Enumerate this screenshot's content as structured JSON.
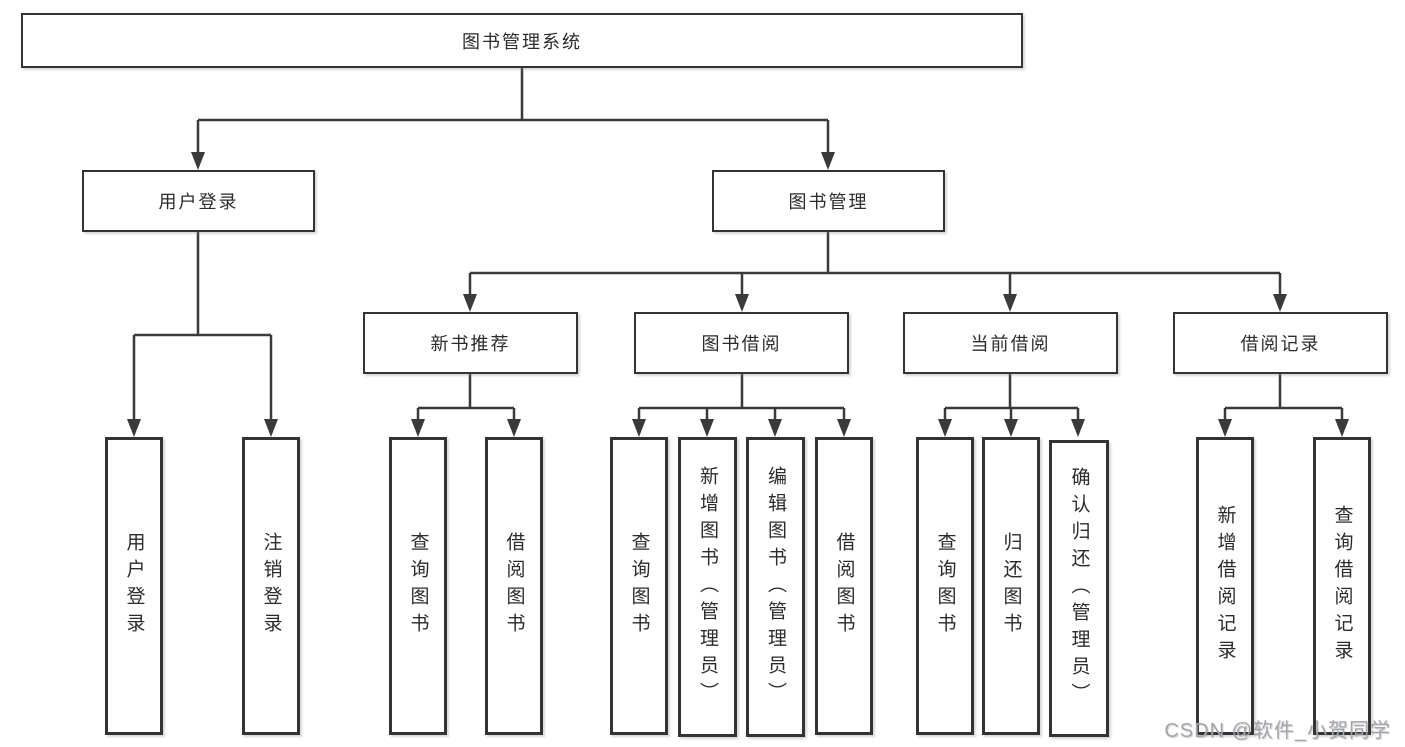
{
  "title": "图书管理系统",
  "colors": {
    "line": "#3a3a3a",
    "border": "#333333",
    "text": "#2b2b2b",
    "watermark": "#a3a6aa",
    "background": "#ffffff"
  },
  "watermark": "CSDN @软件_小贺同学",
  "tree": {
    "root": {
      "label": "图书管理系统"
    },
    "level2": [
      {
        "label": "用户登录"
      },
      {
        "label": "图书管理"
      }
    ],
    "level3": [
      {
        "label": "新书推荐"
      },
      {
        "label": "图书借阅"
      },
      {
        "label": "当前借阅"
      },
      {
        "label": "借阅记录"
      }
    ],
    "leaves": {
      "user_login": [
        "用户登录",
        "注销登录"
      ],
      "new_books": [
        "查询图书",
        "借阅图书"
      ],
      "book_borrow": [
        "查询图书",
        "新增图书（管理员）",
        "编辑图书（管理员）",
        "借阅图书"
      ],
      "current_borrow": [
        "查询图书",
        "归还图书",
        "确认归还（管理员）"
      ],
      "borrow_records": [
        "新增借阅记录",
        "查询借阅记录"
      ]
    }
  }
}
